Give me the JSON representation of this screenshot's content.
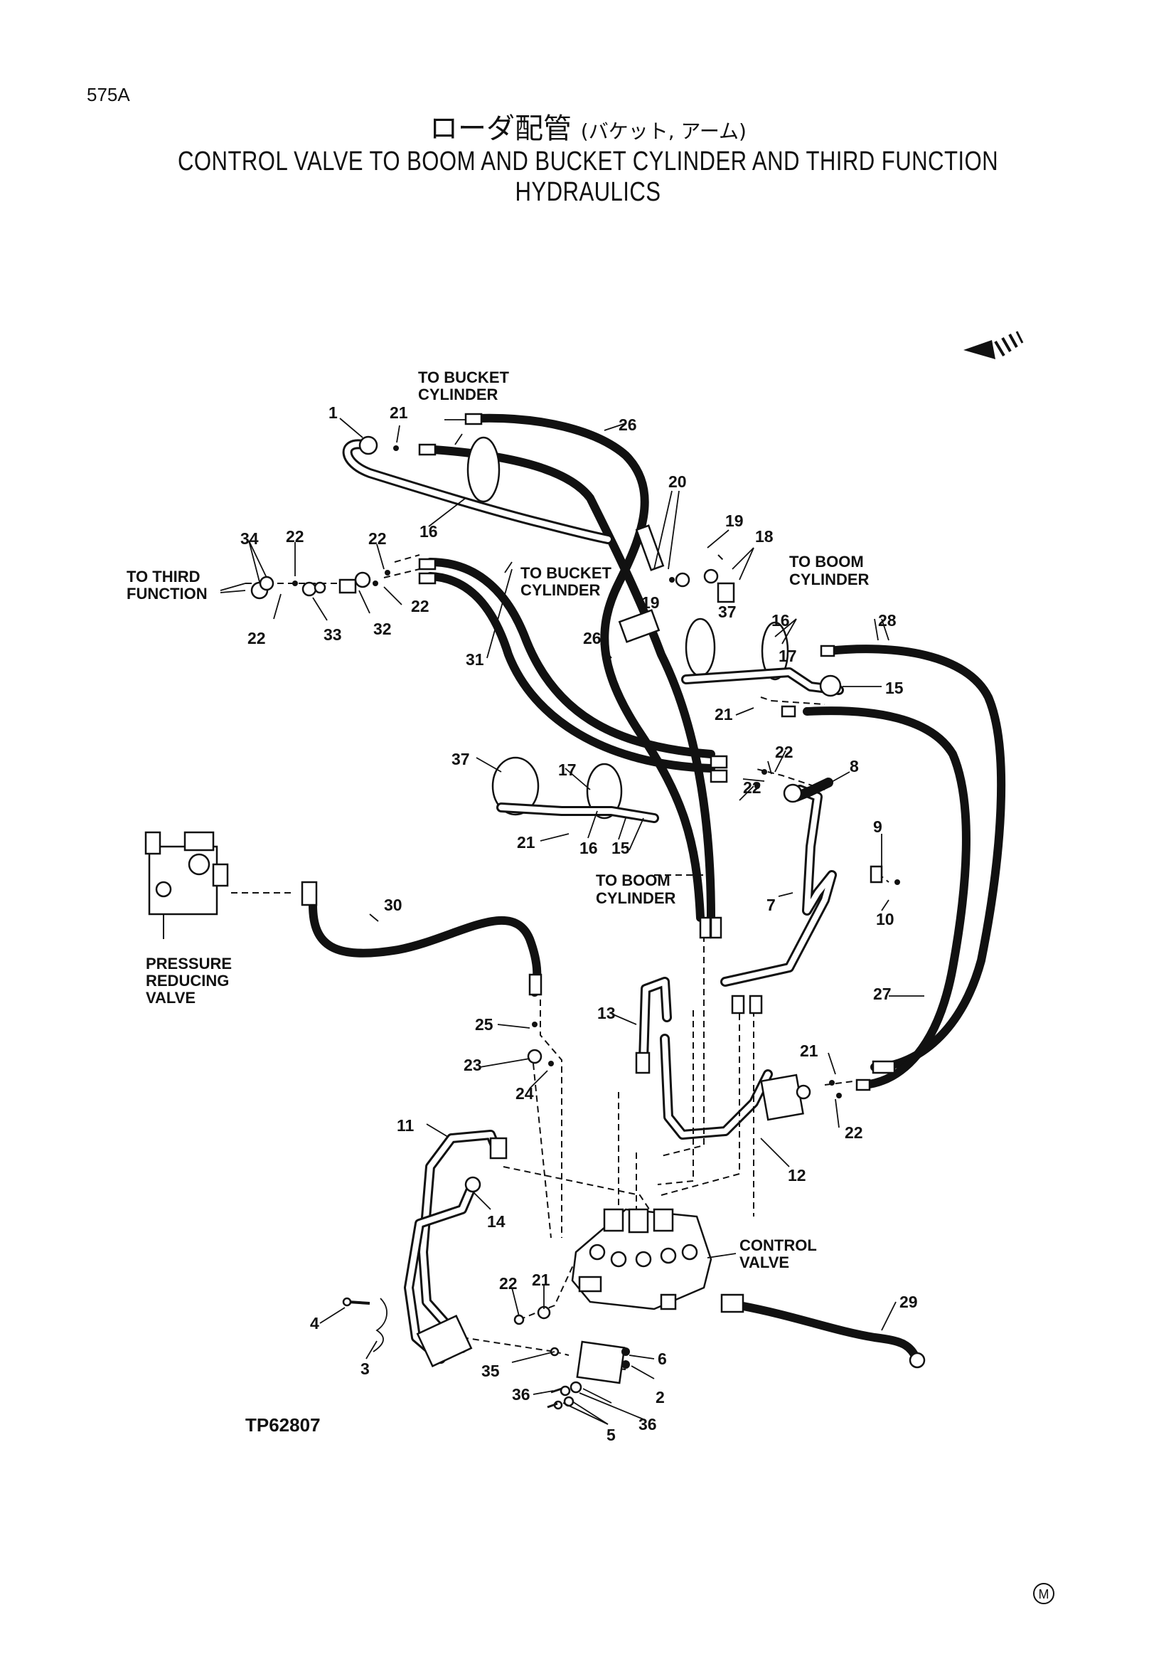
{
  "header": {
    "page_code": "575A",
    "title_jp": "ローダ配管",
    "title_jp_sub": "(バケット, アーム)",
    "title_en": "CONTROL VALVE TO BOOM AND BUCKET CYLINDER AND THIRD FUNCTION HYDRAULICS"
  },
  "labels": {
    "to_bucket_cylinder_1": [
      "TO BUCKET",
      "CYLINDER"
    ],
    "to_bucket_cylinder_2": [
      "TO BUCKET",
      "CYLINDER"
    ],
    "to_third_function": [
      "TO THIRD",
      "FUNCTION"
    ],
    "to_boom_cylinder_1": [
      "TO BOOM",
      "CYLINDER"
    ],
    "to_boom_cylinder_2": [
      "TO BOOM",
      "CYLINDER"
    ],
    "pressure_reducing_valve": [
      "PRESSURE",
      "REDUCING",
      "VALVE"
    ],
    "control_valve": [
      "CONTROL",
      "VALVE"
    ]
  },
  "callouts": [
    "1",
    "2",
    "3",
    "4",
    "5",
    "6",
    "7",
    "8",
    "9",
    "10",
    "11",
    "12",
    "13",
    "14",
    "15",
    "16",
    "17",
    "18",
    "19",
    "20",
    "21",
    "22",
    "23",
    "24",
    "25",
    "26",
    "27",
    "28",
    "29",
    "30",
    "31",
    "32",
    "33",
    "34",
    "35",
    "36",
    "37"
  ],
  "callout_text": {
    "c1": "1",
    "c2": "2",
    "c3": "3",
    "c4": "4",
    "c5": "5",
    "c6": "6",
    "c7": "7",
    "c8": "8",
    "c9": "9",
    "c10": "10",
    "c11": "11",
    "c12": "12",
    "c13": "13",
    "c14": "14",
    "c15": "15",
    "c16": "16",
    "c17": "17",
    "c18": "18",
    "c19": "19",
    "c20": "20",
    "c21": "21",
    "c22": "22",
    "c23": "23",
    "c24": "24",
    "c25": "25",
    "c26": "26",
    "c27": "27",
    "c28": "28",
    "c29": "29",
    "c30": "30",
    "c31": "31",
    "c32": "32",
    "c33": "33",
    "c34": "34",
    "c35": "35",
    "c36": "36",
    "c37": "37"
  },
  "figure_id": "TP62807",
  "footer_mark": "M",
  "icons": {
    "direction": "front-direction-arrow-icon"
  }
}
